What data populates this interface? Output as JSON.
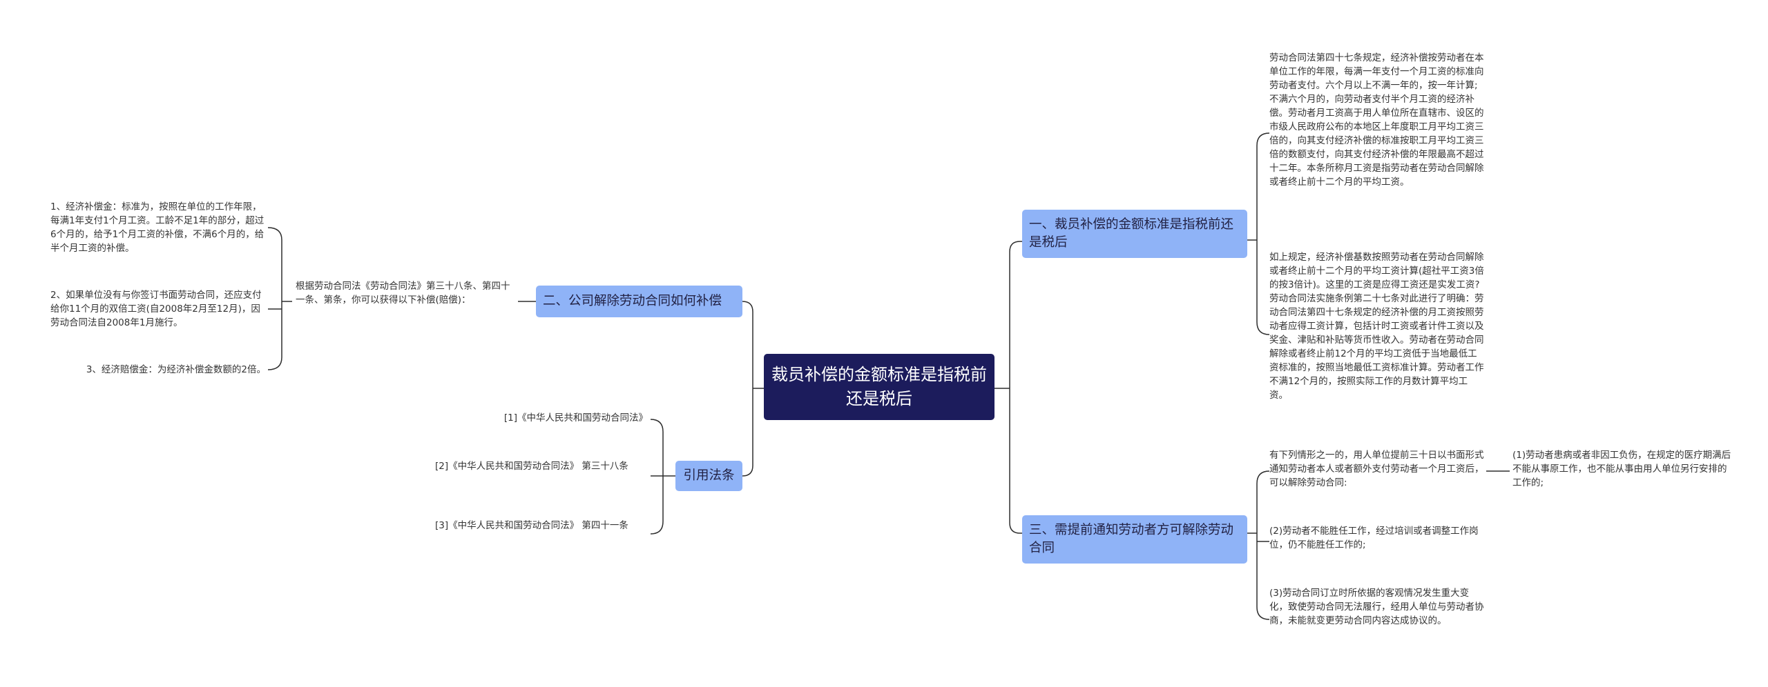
{
  "root": {
    "title": "裁员补偿的金额标准是指税前还是税后"
  },
  "colors": {
    "root_bg": "#1c1c5c",
    "branch_bg": "#8fb3f7",
    "line": "#2d2d2d"
  },
  "right": {
    "b1": {
      "label": "一、裁员补偿的金额标准是指税前还是税后",
      "leaves": [
        "劳动合同法第四十七条规定，经济补偿按劳动者在本单位工作的年限，每满一年支付一个月工资的标准向劳动者支付。六个月以上不满一年的，按一年计算;不满六个月的，向劳动者支付半个月工资的经济补偿。劳动者月工资高于用人单位所在直辖市、设区的市级人民政府公布的本地区上年度职工月平均工资三倍的，向其支付经济补偿的标准按职工月平均工资三倍的数额支付，向其支付经济补偿的年限最高不超过十二年。本条所称月工资是指劳动者在劳动合同解除或者终止前十二个月的平均工资。",
        "如上规定，经济补偿基数按照劳动者在劳动合同解除或者终止前十二个月的平均工资计算(超社平工资3倍的按3倍计)。这里的工资是应得工资还是实发工资?劳动合同法实施条例第二十七条对此进行了明确：劳动合同法第四十七条规定的经济补偿的月工资按照劳动者应得工资计算，包括计时工资或者计件工资以及奖金、津贴和补贴等货币性收入。劳动者在劳动合同解除或者终止前12个月的平均工资低于当地最低工资标准的，按照当地最低工资标准计算。劳动者工作不满12个月的，按照实际工作的月数计算平均工资。"
      ]
    },
    "b3": {
      "label": "三、需提前通知劳动者方可解除劳动合同",
      "leaf1": "有下列情形之一的，用人单位提前三十日以书面形式通知劳动者本人或者额外支付劳动者一个月工资后，可以解除劳动合同:",
      "leaf1_child": "(1)劳动者患病或者非因工负伤，在规定的医疗期满后不能从事原工作，也不能从事由用人单位另行安排的工作的;",
      "leaf2": "(2)劳动者不能胜任工作，经过培训或者调整工作岗位，仍不能胜任工作的;",
      "leaf3": "(3)劳动合同订立时所依据的客观情况发生重大变化，致使劳动合同无法履行，经用人单位与劳动者协商，未能就变更劳动合同内容达成协议的。"
    }
  },
  "left": {
    "b2": {
      "label": "二、公司解除劳动合同如何补偿",
      "mid": "根据劳动合同法《劳动合同法》第三十八条、第四十一条、第条，你可以获得以下补偿(赔偿)：",
      "leaves": [
        "1、经济补偿金：标准为，按照在单位的工作年限，每满1年支付1个月工资。工龄不足1年的部分，超过6个月的，给予1个月工资的补偿，不满6个月的，给半个月工资的补偿。",
        "2、如果单位没有与你签订书面劳动合同，还应支付给你11个月的双倍工资(自2008年2月至12月)，因劳动合同法自2008年1月施行。",
        "3、经济赔偿金：为经济补偿金数额的2倍。"
      ]
    },
    "refs": {
      "label": "引用法条",
      "items": [
        "[1]《中华人民共和国劳动合同法》",
        "[2]《中华人民共和国劳动合同法》 第三十八条",
        "[3]《中华人民共和国劳动合同法》 第四十一条"
      ]
    }
  }
}
